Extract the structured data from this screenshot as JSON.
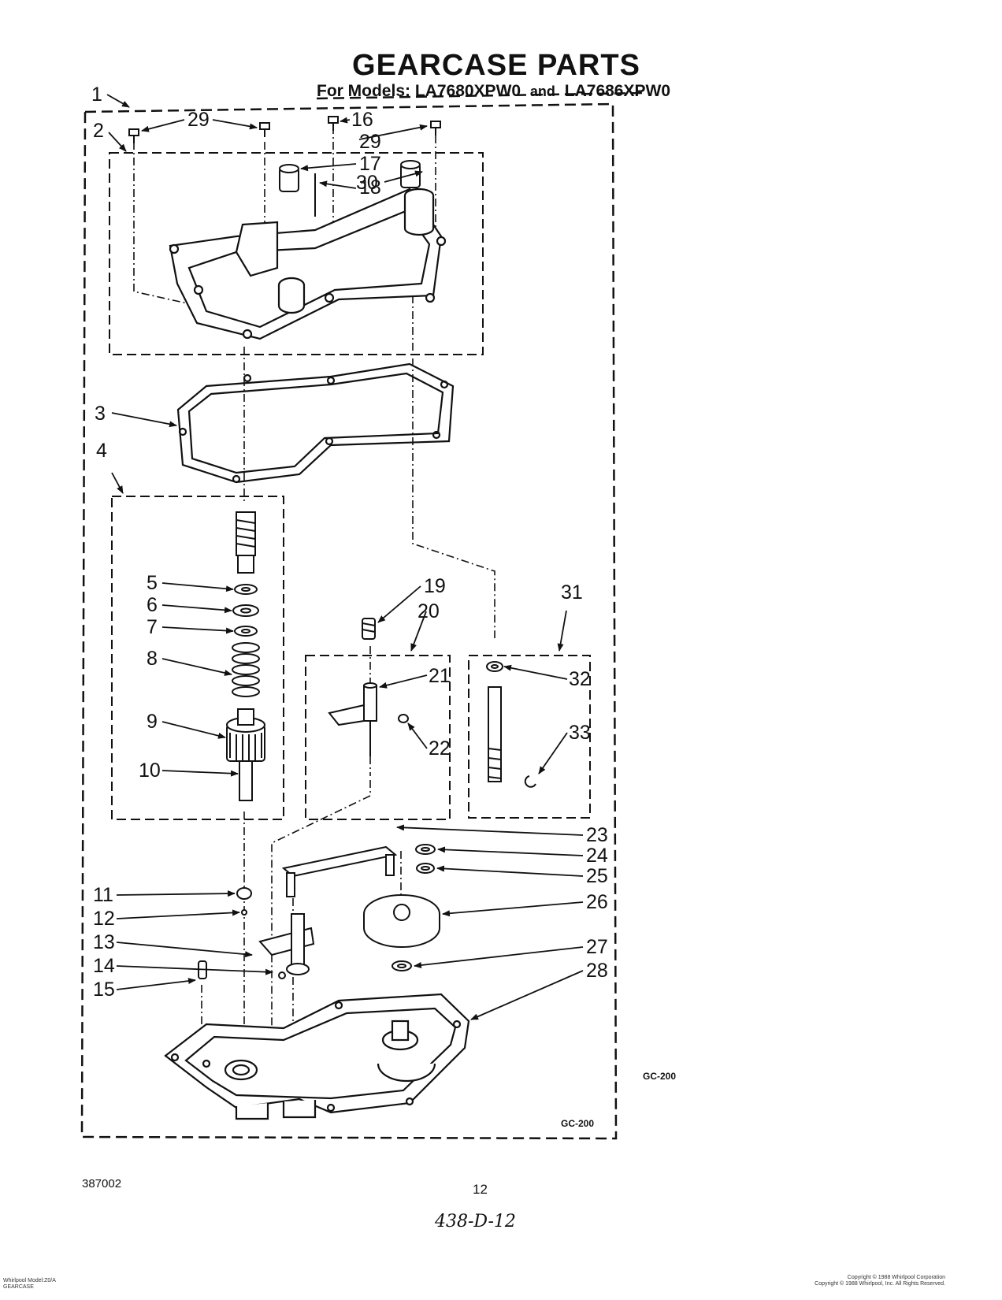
{
  "title": "GEARCASE PARTS",
  "subtitle": {
    "prefix": "For Models:",
    "model_a": "LA7680XPW0",
    "conj": "and",
    "model_b": "LA7686XPW0"
  },
  "callouts": [
    "1",
    "2",
    "3",
    "4",
    "5",
    "6",
    "7",
    "8",
    "9",
    "10",
    "11",
    "12",
    "13",
    "14",
    "15",
    "16",
    "17",
    "18",
    "19",
    "20",
    "21",
    "22",
    "23",
    "24",
    "25",
    "26",
    "27",
    "28",
    "29",
    "29",
    "30",
    "31",
    "32",
    "33"
  ],
  "diagram_codes": [
    "GC-200",
    "GC-200"
  ],
  "footer": {
    "part_number": "387002",
    "page_number": "12",
    "handwritten": "438-D-12",
    "left_small_1": "Whirlpool Model:Z0/A",
    "left_small_2": "GEARCASE",
    "right_small_1": "Copyright © 1988 Whirlpool Corporation",
    "right_small_2": "Copyright © 1988 Whirlpool, Inc.  All Rights Reserved."
  }
}
